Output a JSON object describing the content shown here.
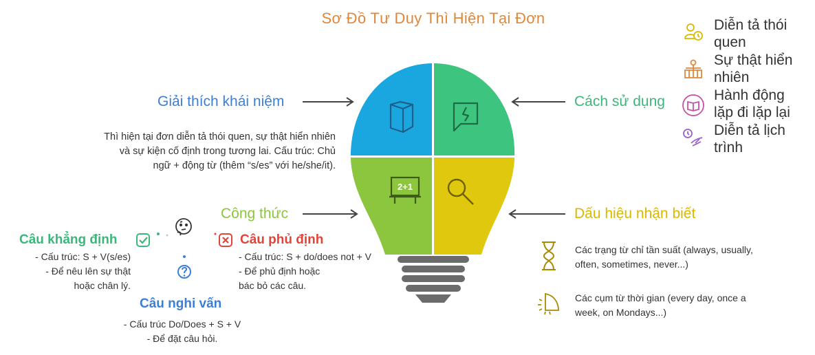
{
  "title": "Sơ Đồ Tư Duy Thì Hiện Tại Đơn",
  "colors": {
    "blue": "#1aa7e0",
    "green": "#3dc47f",
    "lime": "#8cc63f",
    "yellow": "#e0c80f",
    "title": "#e0873a",
    "red": "#e0453a"
  },
  "concept": {
    "heading": "Giải thích khái niệm",
    "lines": [
      "Thì hiện tại đơn diễn tả thói quen, sự thật hiển nhiên",
      "và sự kiện cố định trong tương lai. Cấu trúc: Chủ",
      "ngữ + động từ (thêm “s/es” với he/she/it)."
    ]
  },
  "usage": {
    "heading": "Cách sử dụng",
    "items": [
      {
        "icon": "habit-icon",
        "lines": [
          "Diễn tả thói",
          "quen"
        ]
      },
      {
        "icon": "truth-scale-icon",
        "lines": [
          "Sự thật hiển",
          "nhiên"
        ]
      },
      {
        "icon": "repeat-book-icon",
        "lines": [
          "Hành động",
          "lặp đi lặp lại"
        ]
      },
      {
        "icon": "schedule-icon",
        "lines": [
          "Diễn tả lịch",
          "trình"
        ]
      }
    ]
  },
  "formula": {
    "heading": "Công thức",
    "affirmative": {
      "title": "Câu khẳng định",
      "lines": [
        "- Cấu trúc: S + V(s/es)",
        "- Để nêu lên sự thật",
        "hoặc chân lý."
      ]
    },
    "negative": {
      "title": "Câu phủ định",
      "lines": [
        "- Cấu trúc: S + do/does not + V",
        "- Để phủ định hoặc",
        "bác bỏ các câu."
      ]
    },
    "question": {
      "title": "Câu nghi vấn",
      "lines": [
        "- Cấu trúc Do/Does + S + V",
        "- Để đặt câu hỏi."
      ]
    }
  },
  "signs": {
    "heading": "Dấu hiệu nhận biết",
    "items": [
      {
        "icon": "hourglass-icon",
        "lines": [
          "Các trạng từ chỉ tần suất (always, usually,",
          "often, sometimes, never...)"
        ]
      },
      {
        "icon": "time-phrase-icon",
        "lines": [
          "Các cụm từ thời gian (every day, once a",
          "week, on Mondays...)"
        ]
      }
    ]
  },
  "bulb_quadrants": [
    {
      "name": "concept",
      "icon": "book-icon"
    },
    {
      "name": "usage",
      "icon": "speech-bubble-icon"
    },
    {
      "name": "formula",
      "icon": "blackboard-icon",
      "label": "2+1"
    },
    {
      "name": "signs",
      "icon": "magnifier-icon"
    }
  ]
}
